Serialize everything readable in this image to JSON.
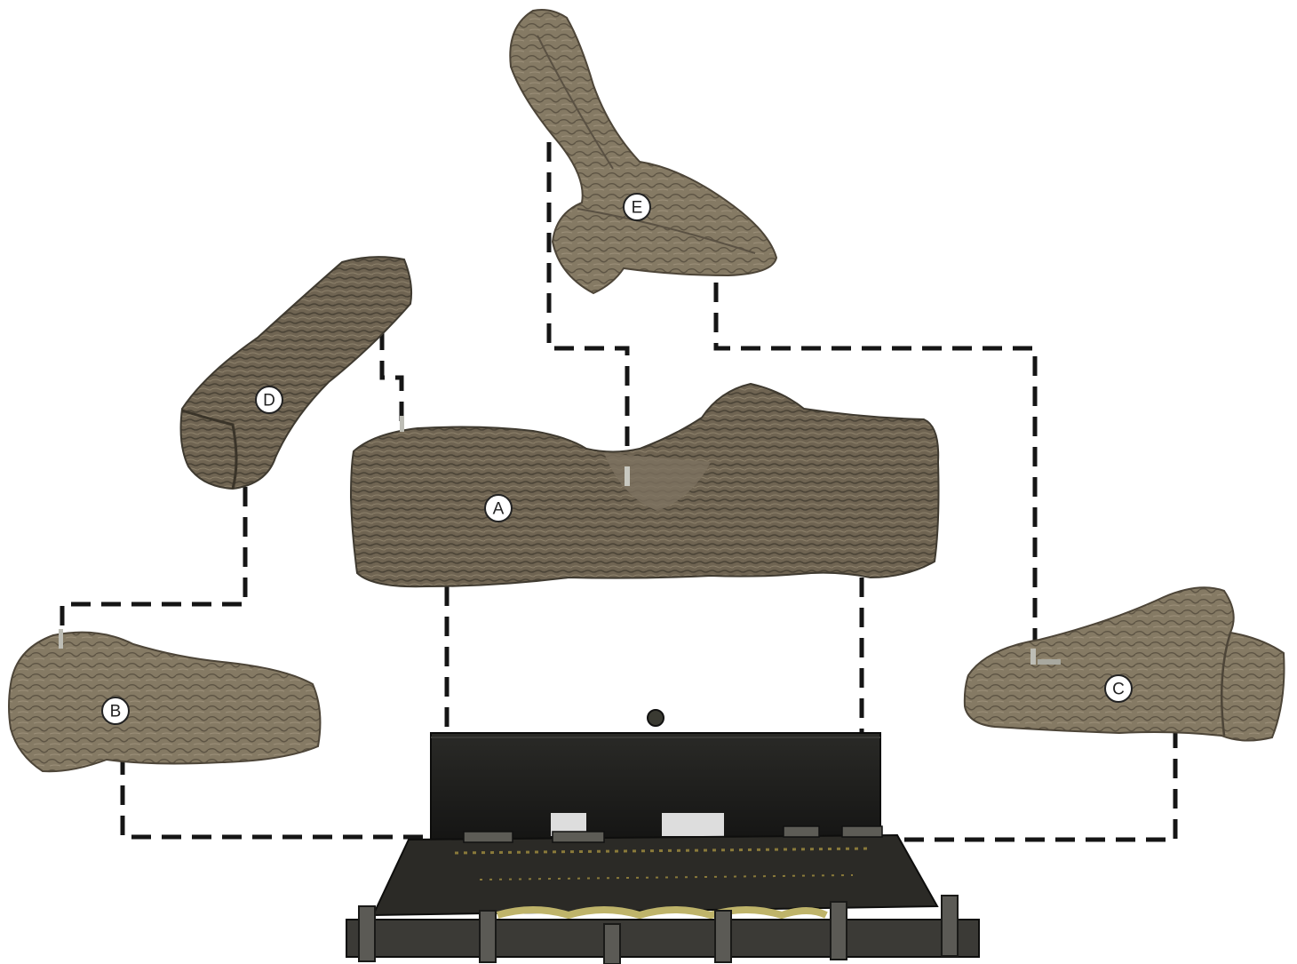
{
  "diagram": {
    "labels": {
      "A": "A",
      "B": "B",
      "C": "C",
      "D": "D",
      "E": "E"
    },
    "colors": {
      "log_light": "#8a7d67",
      "log_mid": "#6f6452",
      "log_dark": "#3f3a30",
      "grate_dark": "#1e1e1c",
      "dash": "#151515",
      "badge_fill": "#ffffff"
    }
  }
}
